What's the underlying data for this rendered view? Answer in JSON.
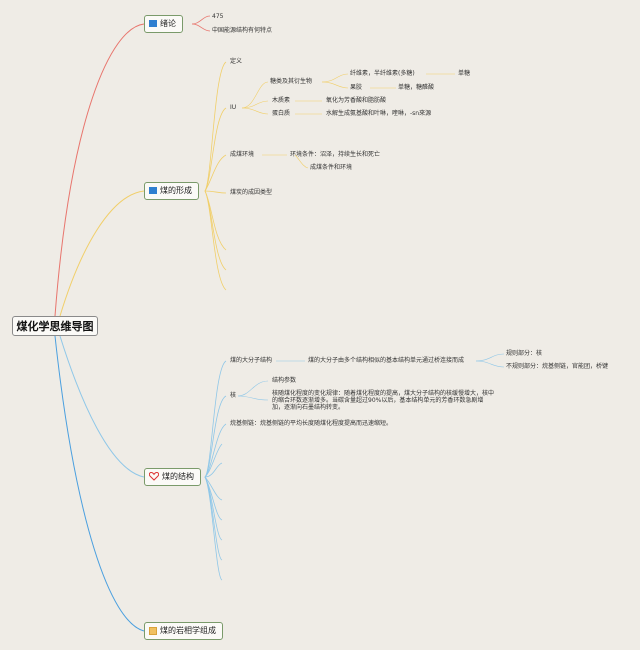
{
  "root": "煤化学思维导图",
  "branches": [
    {
      "label": "绪论",
      "icon": "blue-flag-icon",
      "color": "#e8756d"
    },
    {
      "label": "煤的形成",
      "icon": "blue-flag-icon",
      "color": "#f1cf6a"
    },
    {
      "label": "煤的结构",
      "icon": "heart-icon",
      "color": "#8fc7e8"
    },
    {
      "label": "煤的岩相学组成",
      "icon": "yellow-square-icon",
      "color": "#4a9fdf"
    }
  ],
  "intro": {
    "item1": "475",
    "item2": "中国能源结构有何特点"
  },
  "formation": {
    "definition": "定义",
    "materials": "IU",
    "carbs": "糖类及其衍生物",
    "cellulose": "纤维素，半纤维素(多糖)",
    "monosaccharide": "单糖",
    "pectin": "果胶",
    "pectin_result": "单糖，糖醛酸",
    "lignin": "木质素",
    "lignin_result": "氧化为芳香酸和脂肪酸",
    "protein": "蛋白质",
    "protein_result": "水解生成氨基酸和叶啉，喹啉，-sn來源",
    "environment": "成煤环境",
    "env_condition": "环境条件：沼泽，持续生长和死亡",
    "env_condition2": "成煤条件和环境",
    "genetic_types": "煤炭的成因类型"
  },
  "structure": {
    "macromolecule": "煤的大分子结构",
    "macro_desc": "煤的大分子由多个结构相似的基本结构单元通过桥连接而成",
    "regular": "规则部分：核",
    "irregular": "不规则部分：烷基侧链，官能团，桥键",
    "core": "核",
    "params": "结构参数",
    "core_desc": "核随煤化程度的变化规律：随着煤化程度的提高，煤大分子结构的核缓慢增大，核中的缩合环数逐渐增多。当碳含量超过90%以后，基本结构单元的芳香环数急剧增加，逐渐向石墨结构转变。",
    "side_chain": "烷基侧链：烷基侧链的平均长度随煤化程度提高而迅速缩短。"
  }
}
